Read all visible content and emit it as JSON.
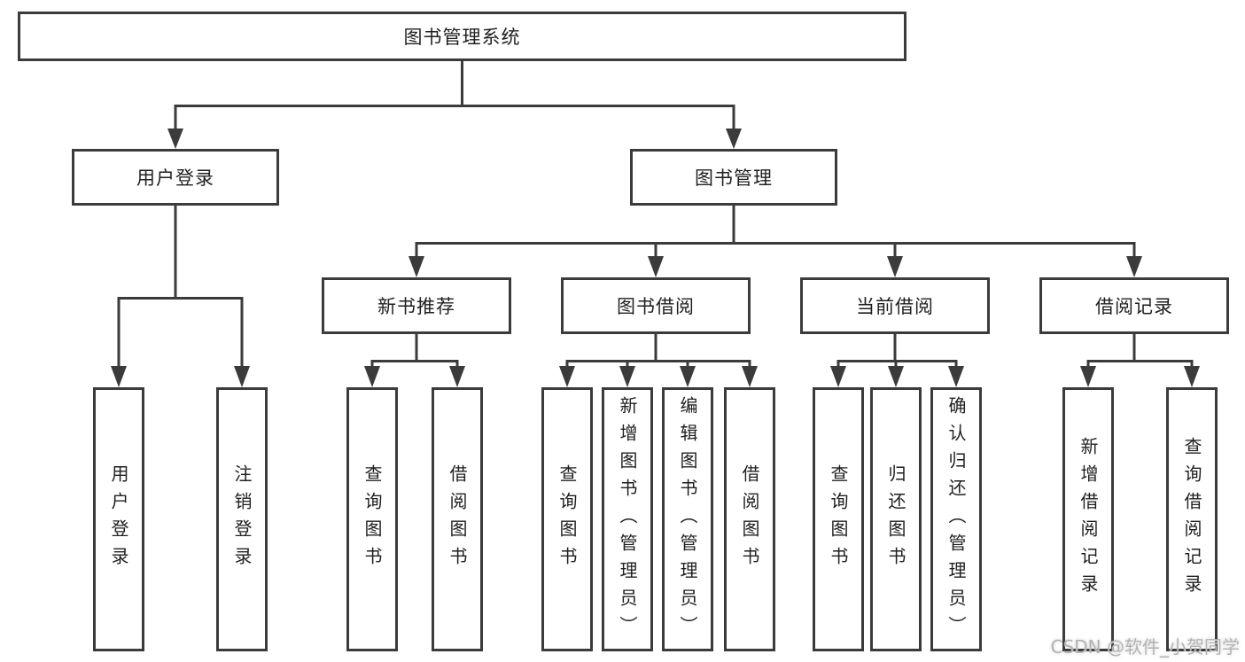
{
  "colors": {
    "line": "#3b3b3b",
    "text": "#1f1f1f",
    "background": "#ffffff",
    "watermark": "#b3b3b3"
  },
  "diagram": {
    "root": {
      "label": "图书管理系统"
    },
    "level2": [
      {
        "label": "用户登录"
      },
      {
        "label": "图书管理"
      }
    ],
    "level3": [
      {
        "label": "新书推荐",
        "parent": "图书管理"
      },
      {
        "label": "图书借阅",
        "parent": "图书管理"
      },
      {
        "label": "当前借阅",
        "parent": "图书管理"
      },
      {
        "label": "借阅记录",
        "parent": "图书管理"
      }
    ],
    "leaves": [
      {
        "label": "用户登录",
        "parent": "用户登录"
      },
      {
        "label": "注销登录",
        "parent": "用户登录"
      },
      {
        "label": "查询图书",
        "parent": "新书推荐"
      },
      {
        "label": "借阅图书",
        "parent": "新书推荐"
      },
      {
        "label": "查询图书",
        "parent": "图书借阅"
      },
      {
        "label": "新增图书（管理员）",
        "parent": "图书借阅"
      },
      {
        "label": "编辑图书（管理员）",
        "parent": "图书借阅"
      },
      {
        "label": "借阅图书",
        "parent": "图书借阅"
      },
      {
        "label": "查询图书",
        "parent": "当前借阅"
      },
      {
        "label": "归还图书",
        "parent": "当前借阅"
      },
      {
        "label": "确认归还（管理员）",
        "parent": "当前借阅"
      },
      {
        "label": "新增借阅记录",
        "parent": "借阅记录"
      },
      {
        "label": "查询借阅记录",
        "parent": "借阅记录"
      }
    ]
  },
  "watermark": {
    "text": "CSDN @软件_小贺同学"
  }
}
